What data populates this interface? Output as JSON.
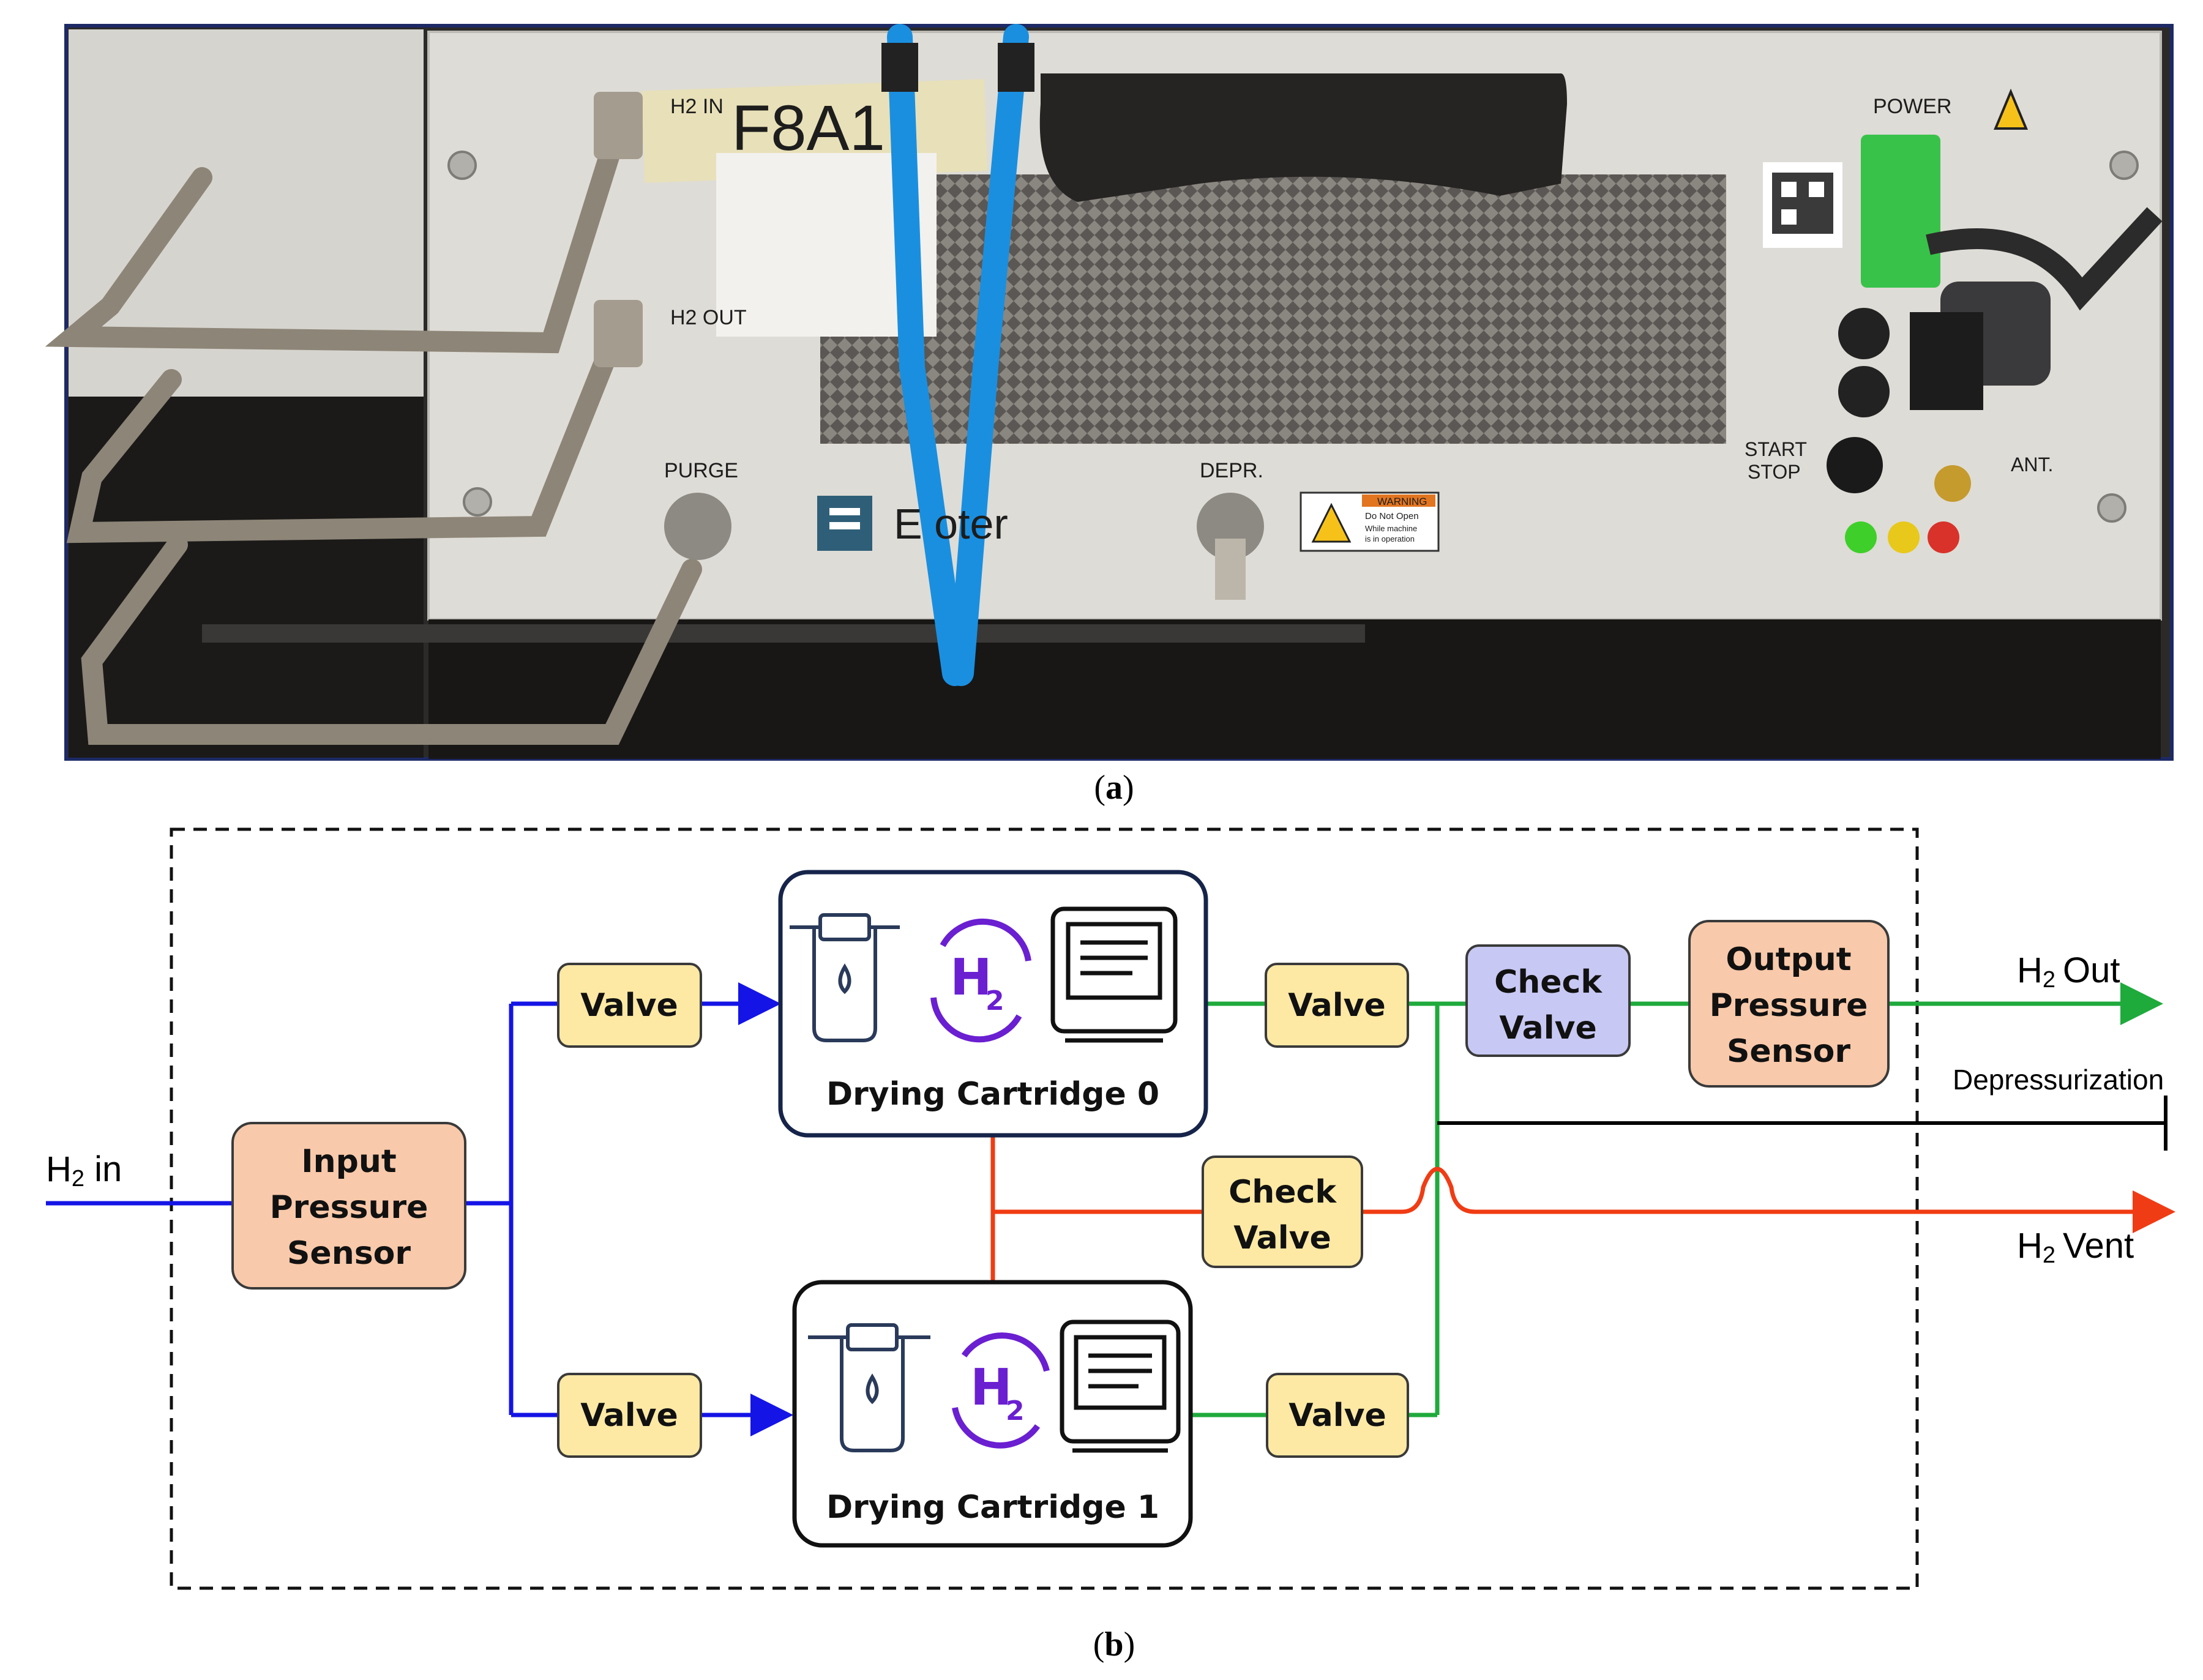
{
  "panel_a": {
    "caption_letter": "a",
    "labels": {
      "h2_in": "H2 IN",
      "tape": "F8A1",
      "h2_out": "H2 OUT",
      "purge": "PURGE",
      "depr": "DEPR.",
      "power": "POWER",
      "start_stop_1": "START",
      "start_stop_2": "STOP",
      "ant": "ANT.",
      "brand": "E   oter",
      "warning_title": "WARNING",
      "warning_text_1": "Do Not Open",
      "warning_text_2": "While machine",
      "warning_text_3": "is in operation"
    },
    "colors": {
      "panel": "#dedcd6",
      "tubing_blue": "#1a8fe0",
      "connector_green": "#39c24a",
      "led_green": "#3fcf2a",
      "led_yellow": "#e8c81a",
      "led_red": "#d8322a"
    }
  },
  "panel_b": {
    "caption_letter": "b",
    "inputs": {
      "h2_in_sub": "2",
      "h2_in_rest": " in",
      "h2_letter": "H"
    },
    "boxes": {
      "input_sensor": [
        "Input",
        "Pressure",
        "Sensor"
      ],
      "valve_top": "Valve",
      "valve_bottom": "Valve",
      "cartridge0": "Drying Cartridge 0",
      "cartridge1": "Drying Cartridge 1",
      "valve_out_top": "Valve",
      "valve_out_bottom": "Valve",
      "check_valve_blue": [
        "Check",
        "Valve"
      ],
      "output_sensor": [
        "Output",
        "Pressure",
        "Sensor"
      ],
      "check_valve_vent": [
        "Check",
        "Valve"
      ]
    },
    "outputs": {
      "h2_out": "Out",
      "depressurization": "Depressurization",
      "h2_vent": "Vent",
      "h2_letter": "H",
      "sub": "2"
    },
    "icon_names": [
      "filter-icon",
      "h2-cycle-icon",
      "dryer-device-icon"
    ],
    "colors": {
      "inlet_line": "#1414e6",
      "outlet_line": "#1faa3c",
      "vent_line": "#f03c14",
      "depress_line": "#000000",
      "valve_fill": "#fde9a4",
      "sensor_fill": "#f8c9aa",
      "check_blue_fill": "#c8c8f4",
      "h2_icon": "#6a1fd1"
    }
  }
}
